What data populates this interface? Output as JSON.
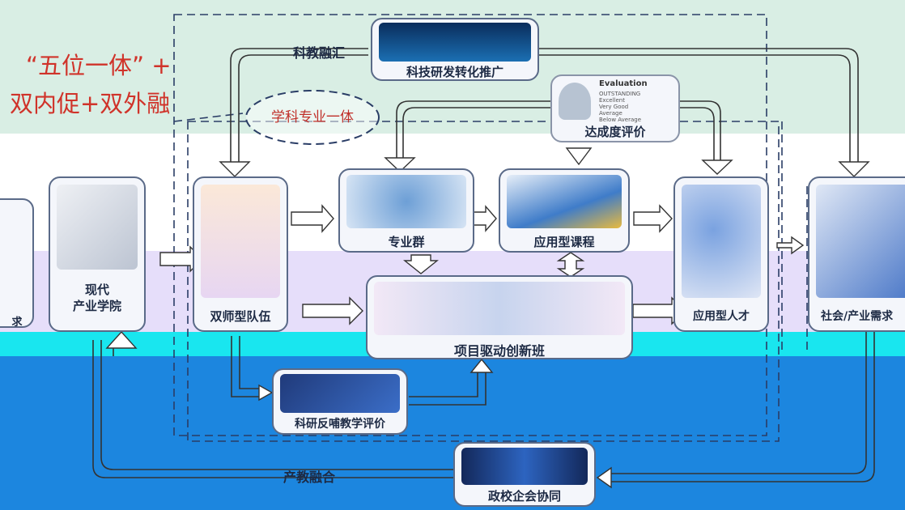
{
  "title": {
    "line1": "“五位一体” +",
    "line2": "双内促+双外融"
  },
  "nodes": {
    "research": "科技研发转化推广",
    "integration": "学科专业一体",
    "evaluation_top": "达成度评价",
    "evaluation_img": "Evaluation",
    "evaluation_rows": [
      "OUTSTANDING",
      "Excellent",
      "Very Good",
      "Average",
      "Below Average"
    ],
    "industry_college": "现代\n产业学院",
    "dual_teacher": "双师型队伍",
    "major_group": "专业群",
    "applied_course": "应用型课程",
    "applied_talent": "应用型人才",
    "society_need": "社会/产业需求",
    "left_cut": "求",
    "project_class": "项目驱动创新班",
    "research_feedback": "科研反哺教学评价",
    "gov_school": "政校企会协同"
  },
  "edges": {
    "science_edu": "科教融汇",
    "industry_edu": "产教融合"
  },
  "colors": {
    "title_red": "#d0332a",
    "band_mint": "#d9eee4",
    "band_lav": "#e6defa",
    "band_cyan": "#19e6ef",
    "band_blue": "#1c86df",
    "box_border": "#5a6a88",
    "dash_border": "#2a3d66"
  }
}
